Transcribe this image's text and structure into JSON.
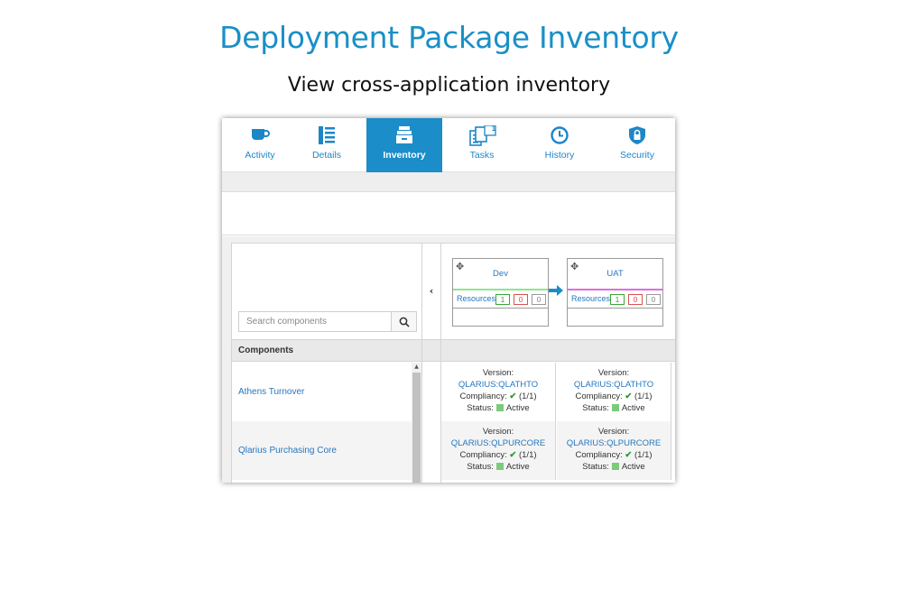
{
  "page": {
    "title": "Deployment Package Inventory",
    "subtitle": "View cross-application inventory"
  },
  "tabs": [
    {
      "label": "Activity",
      "icon": "cup-icon",
      "active": false
    },
    {
      "label": "Details",
      "icon": "list-icon",
      "active": false
    },
    {
      "label": "Inventory",
      "icon": "inventory-icon",
      "active": true
    },
    {
      "label": "Tasks",
      "icon": "tasks-icon",
      "active": false,
      "badge": "1"
    },
    {
      "label": "History",
      "icon": "clock-icon",
      "active": false
    },
    {
      "label": "Security",
      "icon": "shield-lock-icon",
      "active": false
    }
  ],
  "search": {
    "placeholder": "Search components",
    "value": ""
  },
  "components": {
    "header": "Components",
    "items": [
      "Athens Turnover",
      "Qlarius Purchasing Core"
    ]
  },
  "environments": [
    {
      "name": "Dev",
      "color": "#8de88d",
      "resources_label": "Resources",
      "counts": [
        "1",
        "0",
        "0"
      ]
    },
    {
      "name": "UAT",
      "color": "#e06de0",
      "resources_label": "Resources",
      "counts": [
        "1",
        "0",
        "0"
      ]
    }
  ],
  "cell_labels": {
    "version": "Version:",
    "compliancy": "Compliancy:",
    "status": "Status:"
  },
  "grid": [
    [
      {
        "version": "QLARIUS:QLATHTO",
        "compliancy": "(1/1)",
        "status": "Active"
      },
      {
        "version": "QLARIUS:QLATHTO",
        "compliancy": "(1/1)",
        "status": "Active"
      }
    ],
    [
      {
        "version": "QLARIUS:QLPURCORE",
        "compliancy": "(1/1)",
        "status": "Active"
      },
      {
        "version": "QLARIUS:QLPURCORE",
        "compliancy": "(1/1)",
        "status": "Active"
      }
    ]
  ],
  "colors": {
    "accent": "#1b8dc8",
    "link": "#2677bf",
    "badge_green": "#3aa63a",
    "badge_red": "#d9534f",
    "badge_gray": "#888888"
  }
}
